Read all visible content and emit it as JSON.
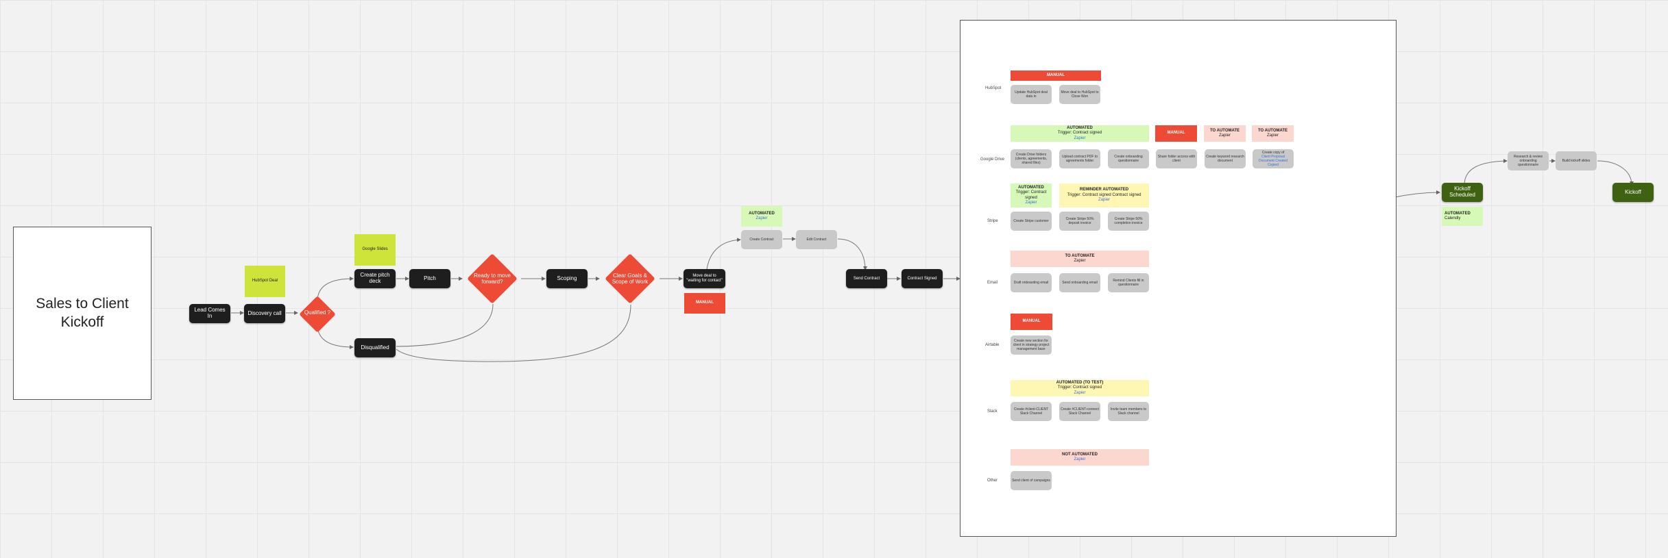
{
  "title": "Sales to Client Kickoff",
  "nodes": {
    "lead": "Lead Comes In",
    "discovery": "Discovery call",
    "pitch_deck": "Create pitch deck",
    "pitch": "Pitch",
    "scoping": "Scoping",
    "disqualified": "Disqualified",
    "move_deal": "Move deal to \"waiting for contact\"",
    "create_contract": "Create Contract",
    "edit_contract": "Edit Contract",
    "send_contract": "Send Contract",
    "contract_signed": "Contract Signed",
    "kickoff_scheduled": "Kickoff Scheduled",
    "kickoff": "Kickoff",
    "review_questionnaire": "Research & review onboarding questionnaire",
    "kickoff_slides": "Build kickoff slides"
  },
  "diamonds": {
    "qualified": "Qualified ?",
    "ready": "Ready to move forward?",
    "clear_goals": "Clear Goals & Scope of Work"
  },
  "stickies": {
    "hubspot_deal": "HubSpot Deal",
    "google_slides": "Google Slides",
    "automated_label": "AUTOMATED",
    "zapier": "Zapier",
    "manual": "MANUAL",
    "calendly_automated": "AUTOMATED",
    "calendly": "Calendly"
  },
  "lanes": {
    "hubspot": "HubSpot",
    "google_drive": "Google Drive",
    "stripe": "Stripe",
    "email": "Email",
    "airtable": "Airtable",
    "slack": "Slack",
    "other": "Other"
  },
  "tags": {
    "manual": "MANUAL",
    "automated": "AUTOMATED",
    "trigger_contract_signed": "Trigger: Contract signed",
    "zapier": "Zapier",
    "to_automate": "TO AUTOMATE",
    "reminder_automated": "REMINDER AUTOMATED",
    "trigger_cs_cs": "Trigger: Contract signed Contract signed",
    "automated_to_test": "AUTOMATED (TO TEST)",
    "not_automated": "NOT AUTOMATED"
  },
  "tasks": {
    "hs1": "Update HubSpot deal data in",
    "hs2": "Move deal to HubSpot to Close Won",
    "gd1": "Create Drive folders (clients, agreements, shared files)",
    "gd2": "Upload contract PDF to agreements folder",
    "gd3": "Create onboarding questionnaire",
    "gd4": "Share folder access with client",
    "gd5": "Create keyword research document",
    "gd6_a": "Create copy of",
    "gd6_b": "Client Proposal Document Created Copied",
    "st1": "Create Stripe customer",
    "st2": "Create Stripe 50% deposit invoice",
    "st3": "Create Stripe 50% completion invoice",
    "em1": "Draft onboarding email",
    "em2": "Send onboarding email",
    "em3": "Remind Clients fill in questionnaire",
    "at1": "Create new section for client in strategy project management base",
    "sl1": "Create #client-CLIENT Slack Channel",
    "sl2": "Create #CLIENT-connect Slack Channel",
    "sl3": "Invite team members to Slack channel",
    "ot1": "Send client of campaigns"
  },
  "colors": {
    "red": "#ee4b36",
    "lime": "#cfe43a",
    "dark": "#1e1e1e",
    "green": "#3f6212"
  }
}
